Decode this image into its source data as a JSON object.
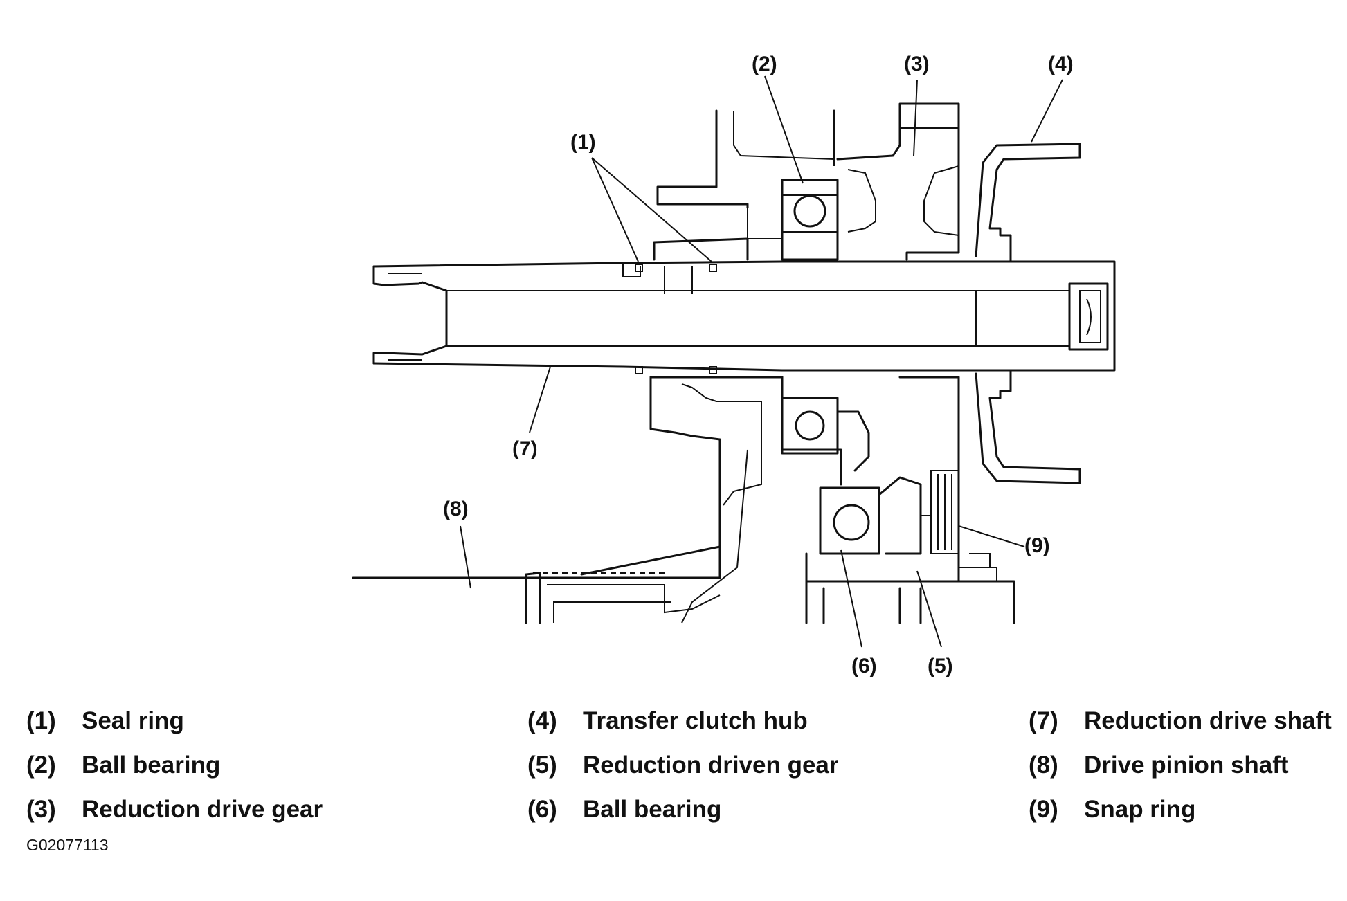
{
  "callouts": [
    {
      "id": "1",
      "label": "(1)"
    },
    {
      "id": "2",
      "label": "(2)"
    },
    {
      "id": "3",
      "label": "(3)"
    },
    {
      "id": "4",
      "label": "(4)"
    },
    {
      "id": "5",
      "label": "(5)"
    },
    {
      "id": "6",
      "label": "(6)"
    },
    {
      "id": "7",
      "label": "(7)"
    },
    {
      "id": "8",
      "label": "(8)"
    },
    {
      "id": "9",
      "label": "(9)"
    }
  ],
  "legend": [
    {
      "num": "(1)",
      "text": "Seal ring"
    },
    {
      "num": "(2)",
      "text": "Ball bearing"
    },
    {
      "num": "(3)",
      "text": "Reduction drive gear"
    },
    {
      "num": "(4)",
      "text": "Transfer clutch hub"
    },
    {
      "num": "(5)",
      "text": "Reduction driven gear"
    },
    {
      "num": "(6)",
      "text": "Ball bearing"
    },
    {
      "num": "(7)",
      "text": "Reduction drive shaft"
    },
    {
      "num": "(8)",
      "text": "Drive pinion shaft"
    },
    {
      "num": "(9)",
      "text": "Snap ring"
    }
  ],
  "figure_code": "G02077113"
}
